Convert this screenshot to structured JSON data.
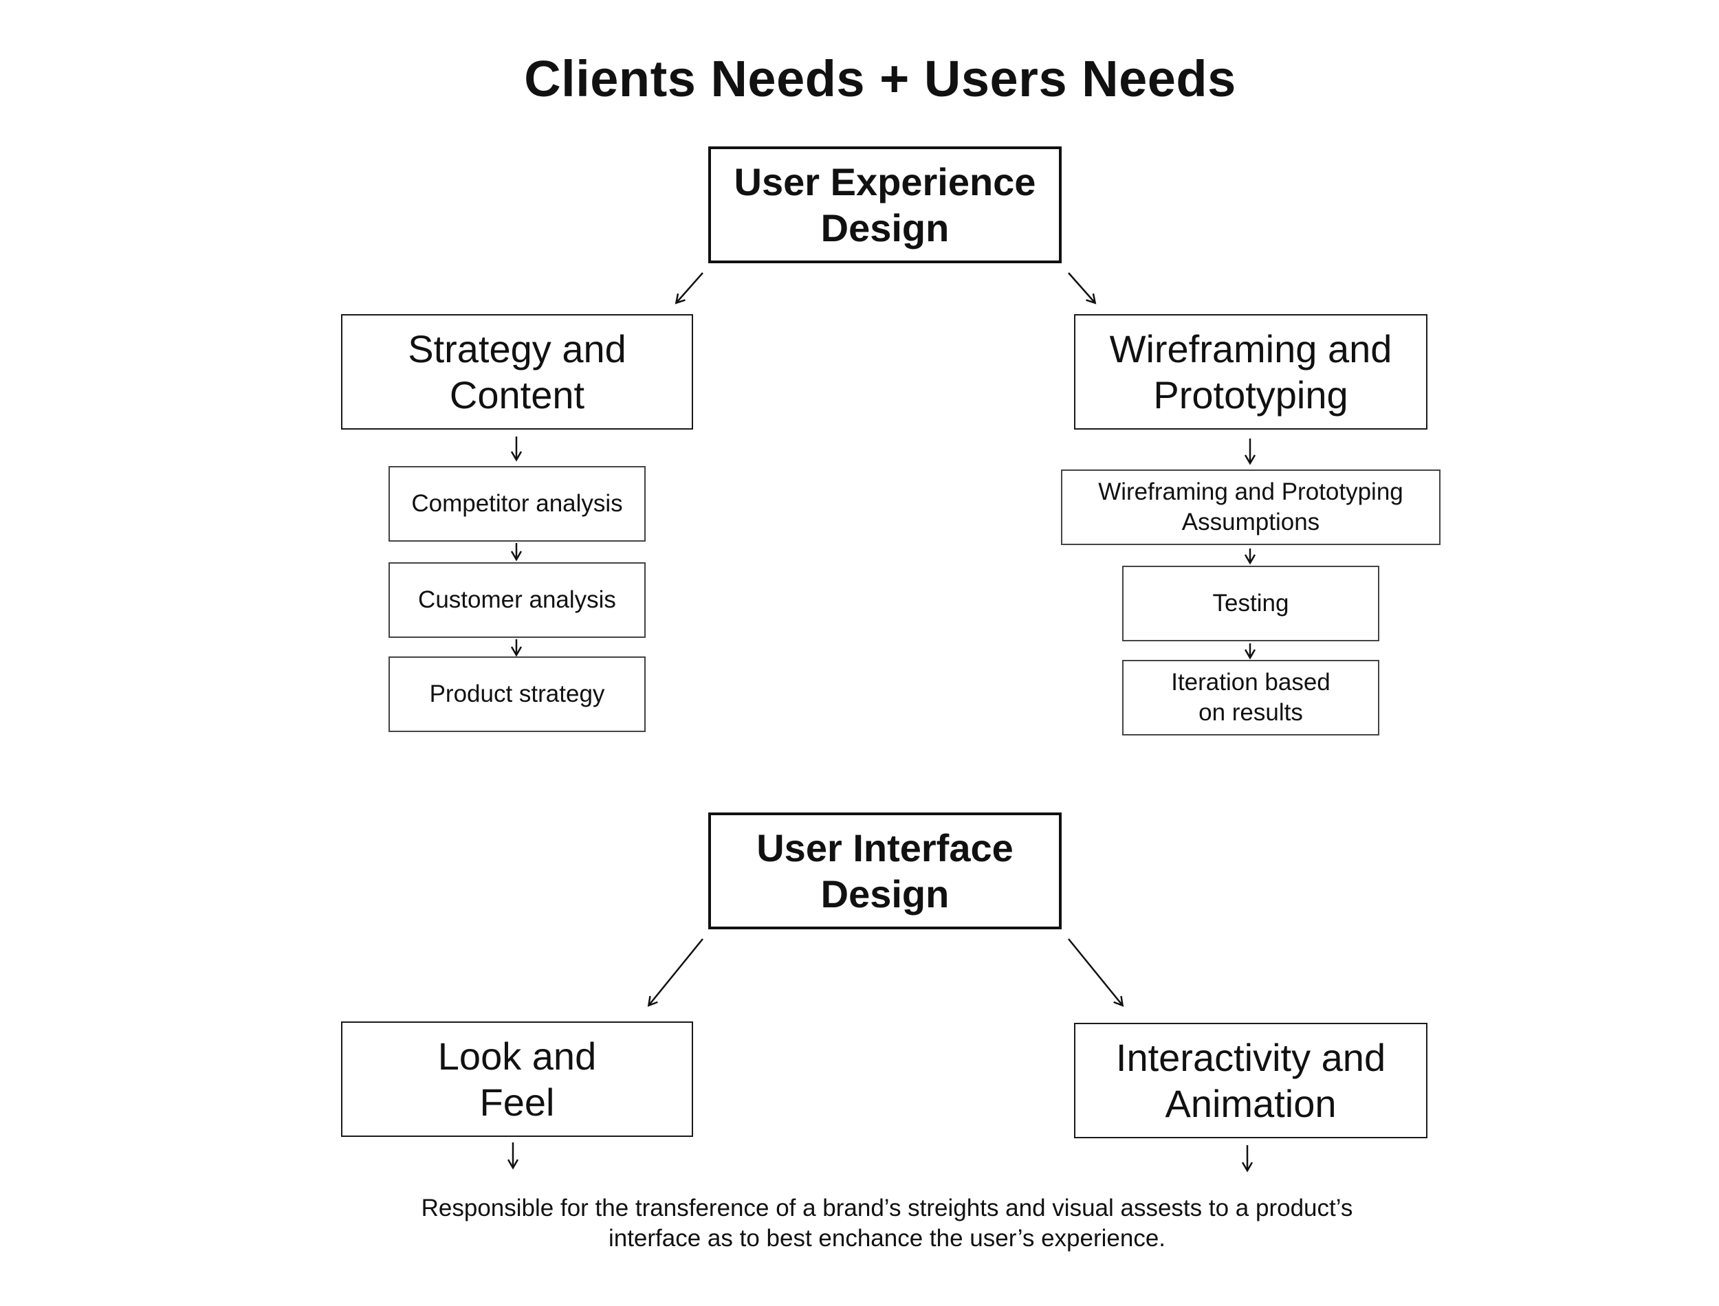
{
  "title": "Clients Needs + Users Needs",
  "ux": {
    "label": "User Experience\nDesign",
    "strategy": {
      "label": "Strategy and\nContent",
      "steps": [
        "Competitor analysis",
        "Customer analysis",
        "Product strategy"
      ]
    },
    "wireframing": {
      "label": "Wireframing and\nPrototyping",
      "steps": [
        "Wireframing and Prototyping\nAssumptions",
        "Testing",
        "Iteration based\non results"
      ]
    }
  },
  "ui": {
    "label": "User Interface\nDesign",
    "look_feel": {
      "label": "Look and\nFeel"
    },
    "interactivity": {
      "label": "Interactivity and\nAnimation"
    }
  },
  "description": "Responsible for the transference of a brand’s  streights  and visual assests to a product’s\ninterface as to best enchance the user’s experience.",
  "colors": {
    "line": "#111111",
    "text": "#111111",
    "background": "#ffffff"
  }
}
